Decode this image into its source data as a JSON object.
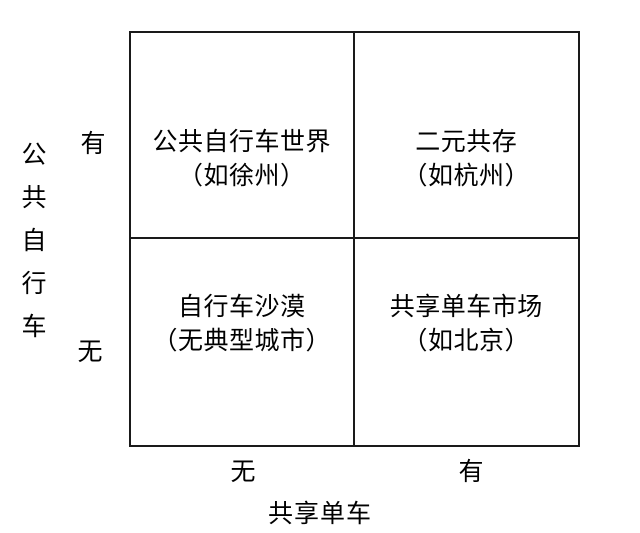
{
  "chart_data": {
    "type": "table",
    "title": "",
    "xlabel": "共享单车",
    "ylabel": "公共自行车",
    "x_categories": [
      "无",
      "有"
    ],
    "y_categories": [
      "有",
      "无"
    ],
    "grid": true,
    "legend": "none",
    "cells": [
      {
        "row": "有",
        "col": "无",
        "title": "公共自行车世界",
        "example": "（如徐州）"
      },
      {
        "row": "有",
        "col": "有",
        "title": "二元共存",
        "example": "（如杭州）"
      },
      {
        "row": "无",
        "col": "无",
        "title": "自行车沙漠",
        "example": "（无典型城市）"
      },
      {
        "row": "无",
        "col": "有",
        "title": "共享单车市场",
        "example": "（如北京）"
      }
    ]
  },
  "matrix": {
    "y_axis": {
      "title_chars": [
        "公",
        "共",
        "自",
        "行",
        "车"
      ],
      "tick_high": "有",
      "tick_low": "无"
    },
    "x_axis": {
      "title": "共享单车",
      "tick_low": "无",
      "tick_high": "有"
    },
    "quadrants": {
      "top_left": {
        "title": "公共自行车世界",
        "example": "（如徐州）"
      },
      "top_right": {
        "title": "二元共存",
        "example": "（如杭州）"
      },
      "bottom_left": {
        "title": "自行车沙漠",
        "example": "（无典型城市）"
      },
      "bottom_right": {
        "title": "共享单车市场",
        "example": "（如北京）"
      }
    }
  },
  "colors": {
    "background": "#ffffff",
    "border": "#1a1a1a",
    "text": "#000000"
  }
}
